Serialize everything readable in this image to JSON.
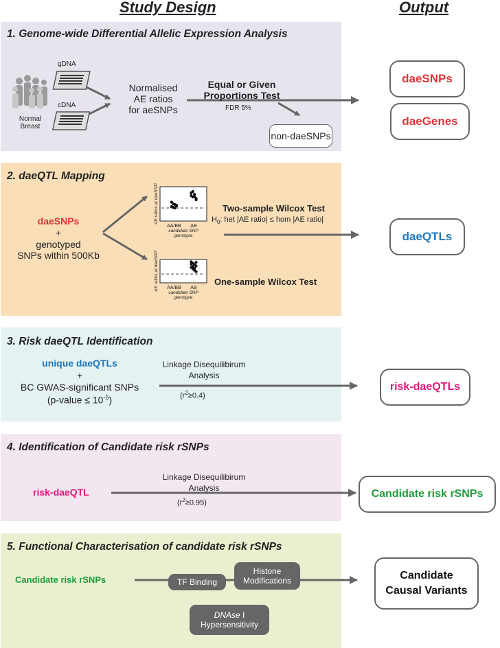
{
  "headers": {
    "study_design": "Study Design",
    "output": "Output"
  },
  "panel1": {
    "title": "1.   Genome-wide Differential Allelic Expression Analysis",
    "gdna": "gDNA",
    "cdna": "cDNA",
    "normal": "Normal",
    "breast": "Breast",
    "ae_line1": "Normalised",
    "ae_line2": "AE ratios",
    "ae_line3": "for aeSNPs",
    "test_line1": "Equal or Given",
    "test_line2": "Proportions Test",
    "fdr": "FDR 5%",
    "non_dae": "non-daeSNPs",
    "out1": "daeSNPs",
    "out2": "daeGenes"
  },
  "panel2": {
    "title": "2. daeQTL Mapping",
    "input1": "daeSNPs",
    "plus": "+",
    "input2": "genotyped",
    "input3": "SNPs within 500Kb",
    "ylabel": "AE ratios at daeSNP",
    "xcat1": "AA/BB",
    "xcat2": "AB",
    "xlabel1": "candidate SNP",
    "xlabel2": "genotype",
    "test1": "Two-sample Wilcox Test",
    "hyp_prefix": "H",
    "hyp_sub": "0",
    "hyp_rest": ": het |AE ratio| ≤ hom |AE ratio|",
    "test2": "One-sample Wilcox Test",
    "out": "daeQTLs"
  },
  "panel3": {
    "title": "3. Risk daeQTL Identification",
    "input1": "unique daeQTLs",
    "plus": "+",
    "input2": "BC GWAS-significant SNPs",
    "input3_prefix": "(p-value ≤ 10",
    "input3_sup": "-5",
    "input3_suffix": ")",
    "ld1": "Linkage Disequilibirum",
    "ld2": "Analysis",
    "r_prefix": "(r",
    "r_sup": "2",
    "r_suffix": "≥0.4)",
    "out": "risk-daeQTLs"
  },
  "panel4": {
    "title": "4. Identification of Candidate risk rSNPs",
    "input": "risk-daeQTL",
    "ld1": "Linkage Disequilibirum",
    "ld2": "Analysis",
    "r_prefix": "(r",
    "r_sup": "2",
    "r_suffix": "≥0.95)",
    "out": "Candidate risk rSNPs"
  },
  "panel5": {
    "title": "5. Functional Characterisation of candidate risk rSNPs",
    "input": "Candidate risk rSNPs",
    "tf": "TF Binding",
    "histone1": "Histone",
    "histone2": "Modifications",
    "dnase_italic": "DNAse",
    "dnase_rest": " I",
    "dnase2": "Hypersensitivity",
    "out1": "Candidate",
    "out2": "Causal Variants"
  },
  "colors": {
    "panel1_bg": "#e8e4ee",
    "panel2_bg": "#f9deb8",
    "panel3_bg": "#e5f2f2",
    "panel4_bg": "#f2e6f1",
    "panel5_bg": "#eaf0cf",
    "red": "#e0333a",
    "blue": "#1f77b8",
    "pink": "#e0187c",
    "green": "#1e9a3c",
    "arrow": "#666666"
  },
  "chart_data": [
    {
      "type": "scatter",
      "xlabel": "candidate SNP genotype",
      "ylabel": "AE ratios at daeSNP",
      "categories": [
        "AA/BB",
        "AB"
      ],
      "test": "Two-sample Wilcox Test",
      "series": [
        {
          "category": "AA/BB",
          "values": [
            0.42,
            0.5,
            0.38,
            0.46,
            0.55,
            0.4,
            0.48,
            0.44
          ]
        },
        {
          "category": "AB",
          "values": [
            0.82,
            0.7,
            0.78,
            0.66,
            0.74,
            0.86,
            0.72,
            0.62
          ]
        }
      ]
    },
    {
      "type": "scatter",
      "xlabel": "candidate SNP genotype",
      "ylabel": "AE ratios at daeSNP",
      "categories": [
        "AA/BB",
        "AB"
      ],
      "test": "One-sample Wilcox Test",
      "series": [
        {
          "category": "AB",
          "values": [
            0.9,
            0.84,
            0.78,
            0.72,
            0.66,
            0.6,
            0.54,
            0.48,
            0.8,
            0.7,
            0.62,
            0.88
          ]
        }
      ]
    }
  ]
}
